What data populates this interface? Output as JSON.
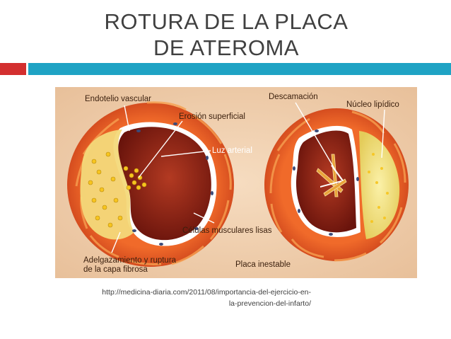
{
  "slide": {
    "title_line1": "ROTURA DE LA PLACA",
    "title_line2": "DE ATEROMA"
  },
  "figure": {
    "labels": {
      "endotelio": "Endotelio vascular",
      "erosion": "Erosión superficial",
      "luz": "Luz arterial",
      "descamacion": "Descamación",
      "nucleo": "Núcleo lipídico",
      "celulas": "Células musculares lisas",
      "adelgazamiento_1": "Adelgazamiento y ruptura",
      "adelgazamiento_2": "de la capa fibrosa",
      "placa": "Placa inestable"
    }
  },
  "caption": {
    "line1": "http://medicina-diaria.com/2011/08/importancia-del-ejercicio-en-",
    "line2": "la-prevencion-del-infarto/"
  },
  "colors": {
    "title": "#404040",
    "accent_red": "#d32f2f",
    "accent_teal": "#1fa3c4",
    "vessel_wall": "#e8541e",
    "lumen": "#8a1c12",
    "lipid_core": "#f2e27a",
    "figure_bg": "#efcfae"
  }
}
